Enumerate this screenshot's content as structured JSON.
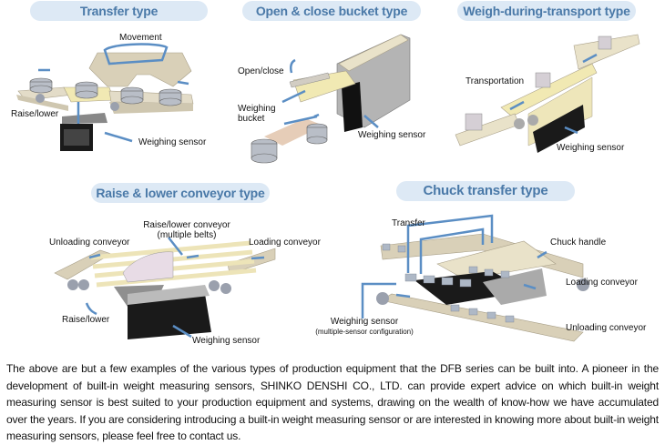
{
  "panels": {
    "transfer": {
      "title": "Transfer type",
      "labels": {
        "movement": "Movement",
        "raise_lower": "Raise/lower",
        "sensor": "Weighing sensor"
      }
    },
    "bucket": {
      "title": "Open & close bucket type",
      "labels": {
        "open_close": "Open/close",
        "bucket_line1": "Weighing",
        "bucket_line2": "bucket",
        "sensor": "Weighing sensor"
      }
    },
    "transport": {
      "title": "Weigh-during-transport type",
      "labels": {
        "transportation": "Transportation",
        "sensor": "Weighing sensor"
      }
    },
    "raise_conveyor": {
      "title": "Raise & lower conveyor type",
      "labels": {
        "rl_conveyor_line1": "Raise/lower conveyor",
        "rl_conveyor_line2": "(multiple belts)",
        "unloading": "Unloading conveyor",
        "loading": "Loading conveyor",
        "raise_lower": "Raise/lower",
        "sensor": "Weighing sensor"
      }
    },
    "chuck": {
      "title": "Chuck transfer type",
      "labels": {
        "transfer": "Transfer",
        "chuck_handle": "Chuck handle",
        "loading": "Loading conveyor",
        "unloading": "Unloading conveyor",
        "sensor": "Weighing sensor",
        "sensor_note": "(multiple-sensor configuration)"
      }
    }
  },
  "description": "The above are but a few examples of the various types of production equipment that the DFB series can be built into. A pioneer in the development of built-in weight measuring sensors, SHINKO DENSHI CO., LTD. can provide expert advice on which built-in weight measuring sensor is best suited to your production equipment and systems, drawing on the wealth of know-how we have accumulated over the years. If you are considering introducing a built-in weight measuring sensor or are interested in knowing more about built-in weight measuring sensors, please feel free to contact us.",
  "colors": {
    "pill_bg": "#dde9f5",
    "pill_text": "#4a79a8",
    "arrow": "#5b8ec4",
    "belt": "#d9d0b8",
    "sensor": "#1a1a1a"
  }
}
